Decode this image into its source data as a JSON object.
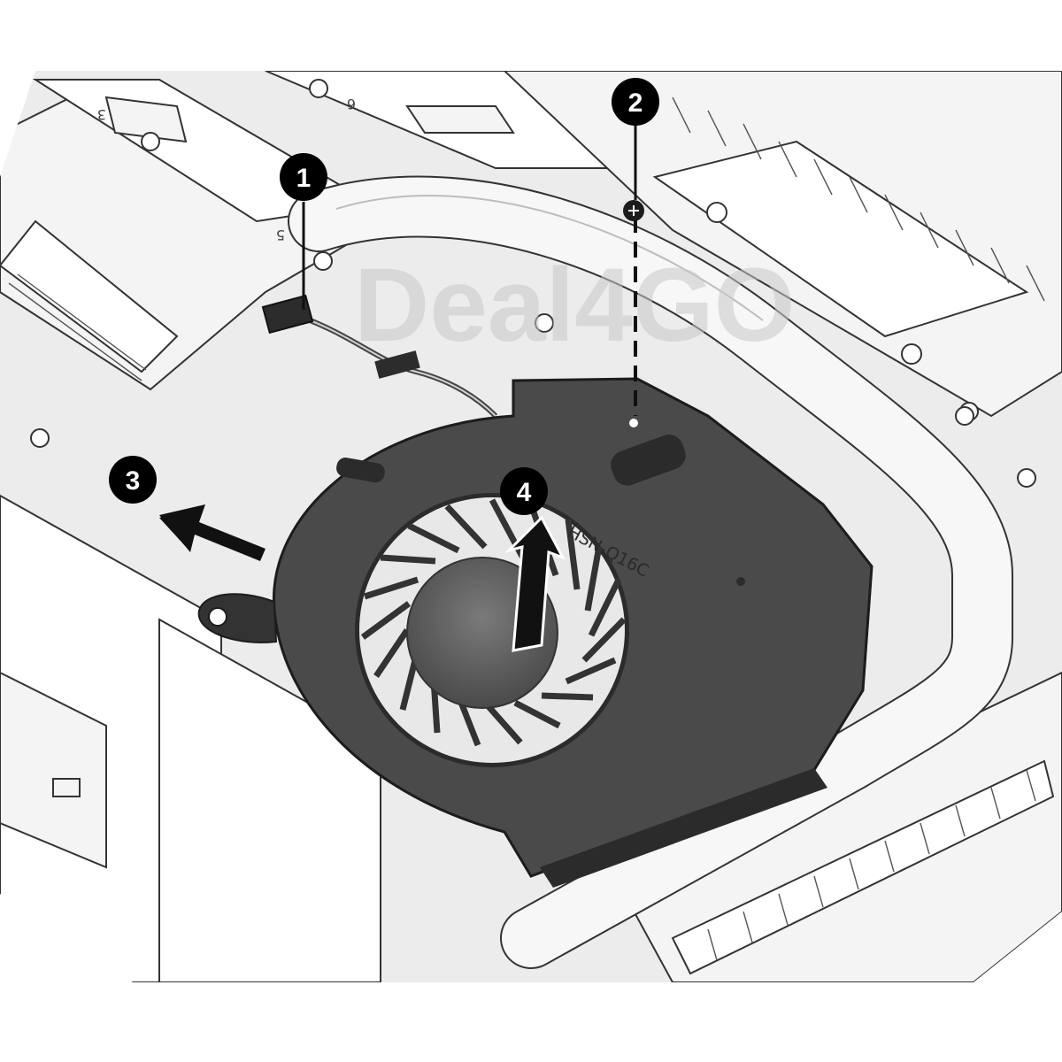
{
  "diagram": {
    "watermark": "Deal4GO",
    "fan_label": "HSN-Q16C",
    "slot_labels": [
      "3",
      "6",
      "5"
    ],
    "callouts": [
      {
        "number": "1"
      },
      {
        "number": "2"
      },
      {
        "number": "3"
      },
      {
        "number": "4"
      }
    ]
  },
  "colors": {
    "background": "#ffffff",
    "outline": "#333333",
    "fan_body": "#4a4a4a",
    "callout_fill": "#000000"
  }
}
